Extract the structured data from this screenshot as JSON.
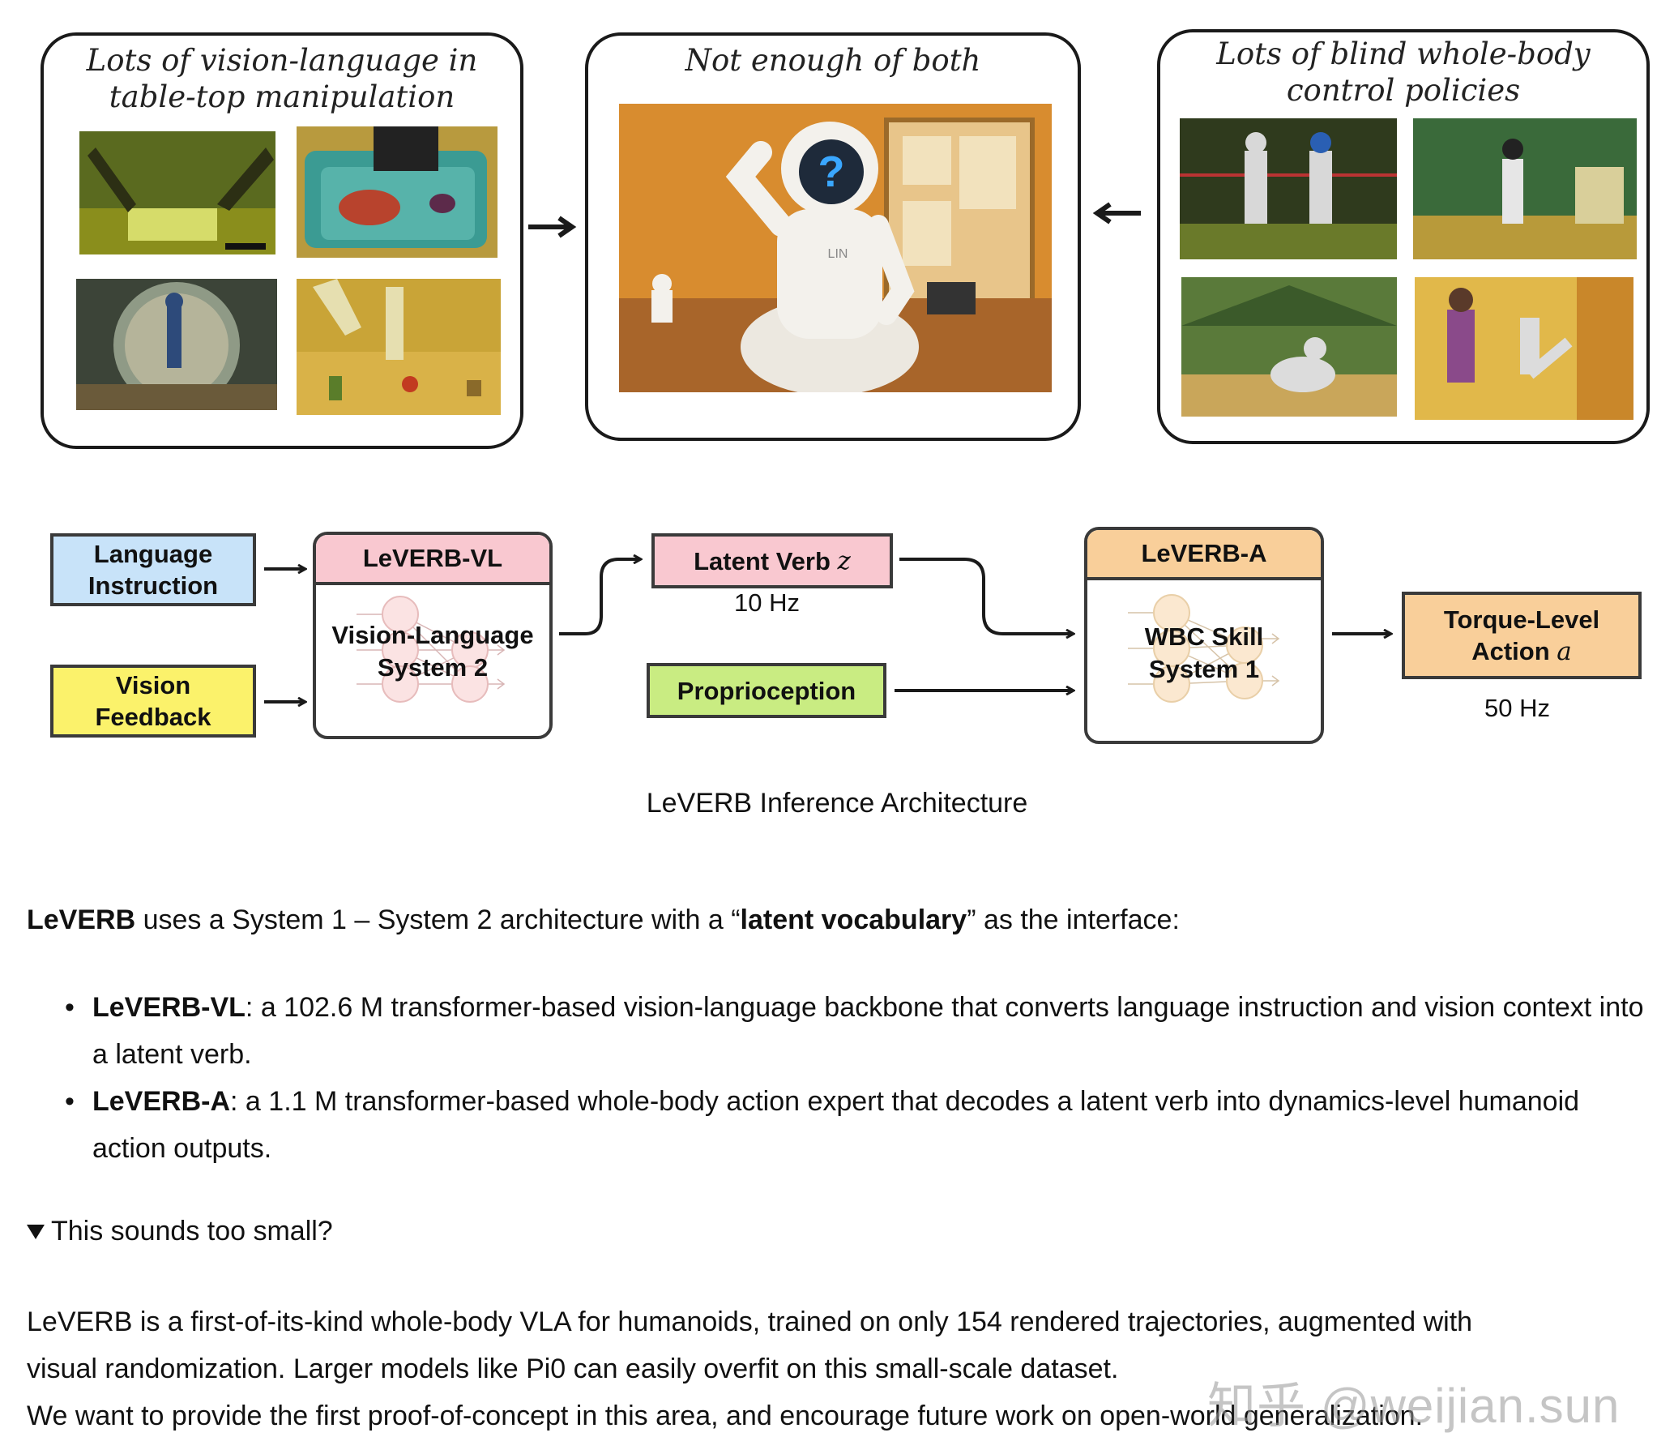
{
  "panels": {
    "left_title": [
      "Lots of vision-language in",
      "table-top manipulation"
    ],
    "middle_title": "Not enough of both",
    "right_title": [
      "Lots of blind whole-body",
      "control policies"
    ],
    "robot_chest_label": "LIN",
    "robot_face_glyph": "?"
  },
  "diagram": {
    "language_instruction": [
      "Language",
      "Instruction"
    ],
    "vision_feedback": [
      "Vision",
      "Feedback"
    ],
    "vl_head": "LeVERB-VL",
    "vl_body": [
      "Vision-Language",
      "System 2"
    ],
    "latent_verb": "Latent Verb",
    "latent_symbol": "z",
    "rate_vl": "10 Hz",
    "proprioception": "Proprioception",
    "a_head": "LeVERB-A",
    "a_body": [
      "WBC Skill",
      "System 1"
    ],
    "torque": "Torque-Level",
    "action_word": "Action",
    "action_symbol": "a",
    "rate_a": "50 Hz",
    "caption": "LeVERB Inference Architecture",
    "colors": {
      "blue": "#c8e3f9",
      "yellow": "#fbf26b",
      "pink": "#f9c8d0",
      "green": "#c9ec82",
      "orange": "#f9cf9a"
    }
  },
  "text": {
    "intro_b1": "LeVERB",
    "intro_t1": " uses a System 1 – System 2 architecture with a “",
    "intro_b2": "latent vocabulary",
    "intro_t2": "” as the interface:",
    "bullet1_b": "LeVERB-VL",
    "bullet1_t": ": a 102.6 M transformer-based vision-language backbone that converts language instruction and vision context into a latent verb.",
    "bullet2_b": "LeVERB-A",
    "bullet2_t": ": a 1.1 M transformer-based whole-body action expert that decodes a latent verb into dynamics-level humanoid action outputs.",
    "details_summary": "This sounds too small?",
    "p2_line1": "LeVERB is a first-of-its-kind whole-body VLA for humanoids, trained on only 154 rendered trajectories, augmented with",
    "p2_line2": "visual randomization. Larger models like Pi0 can easily overfit on this small-scale dataset.",
    "p2_line3": "We want to provide the first proof-of-concept in this area, and encourage future work on open-world generalization.",
    "watermark": "知乎 @weijian.sun"
  }
}
